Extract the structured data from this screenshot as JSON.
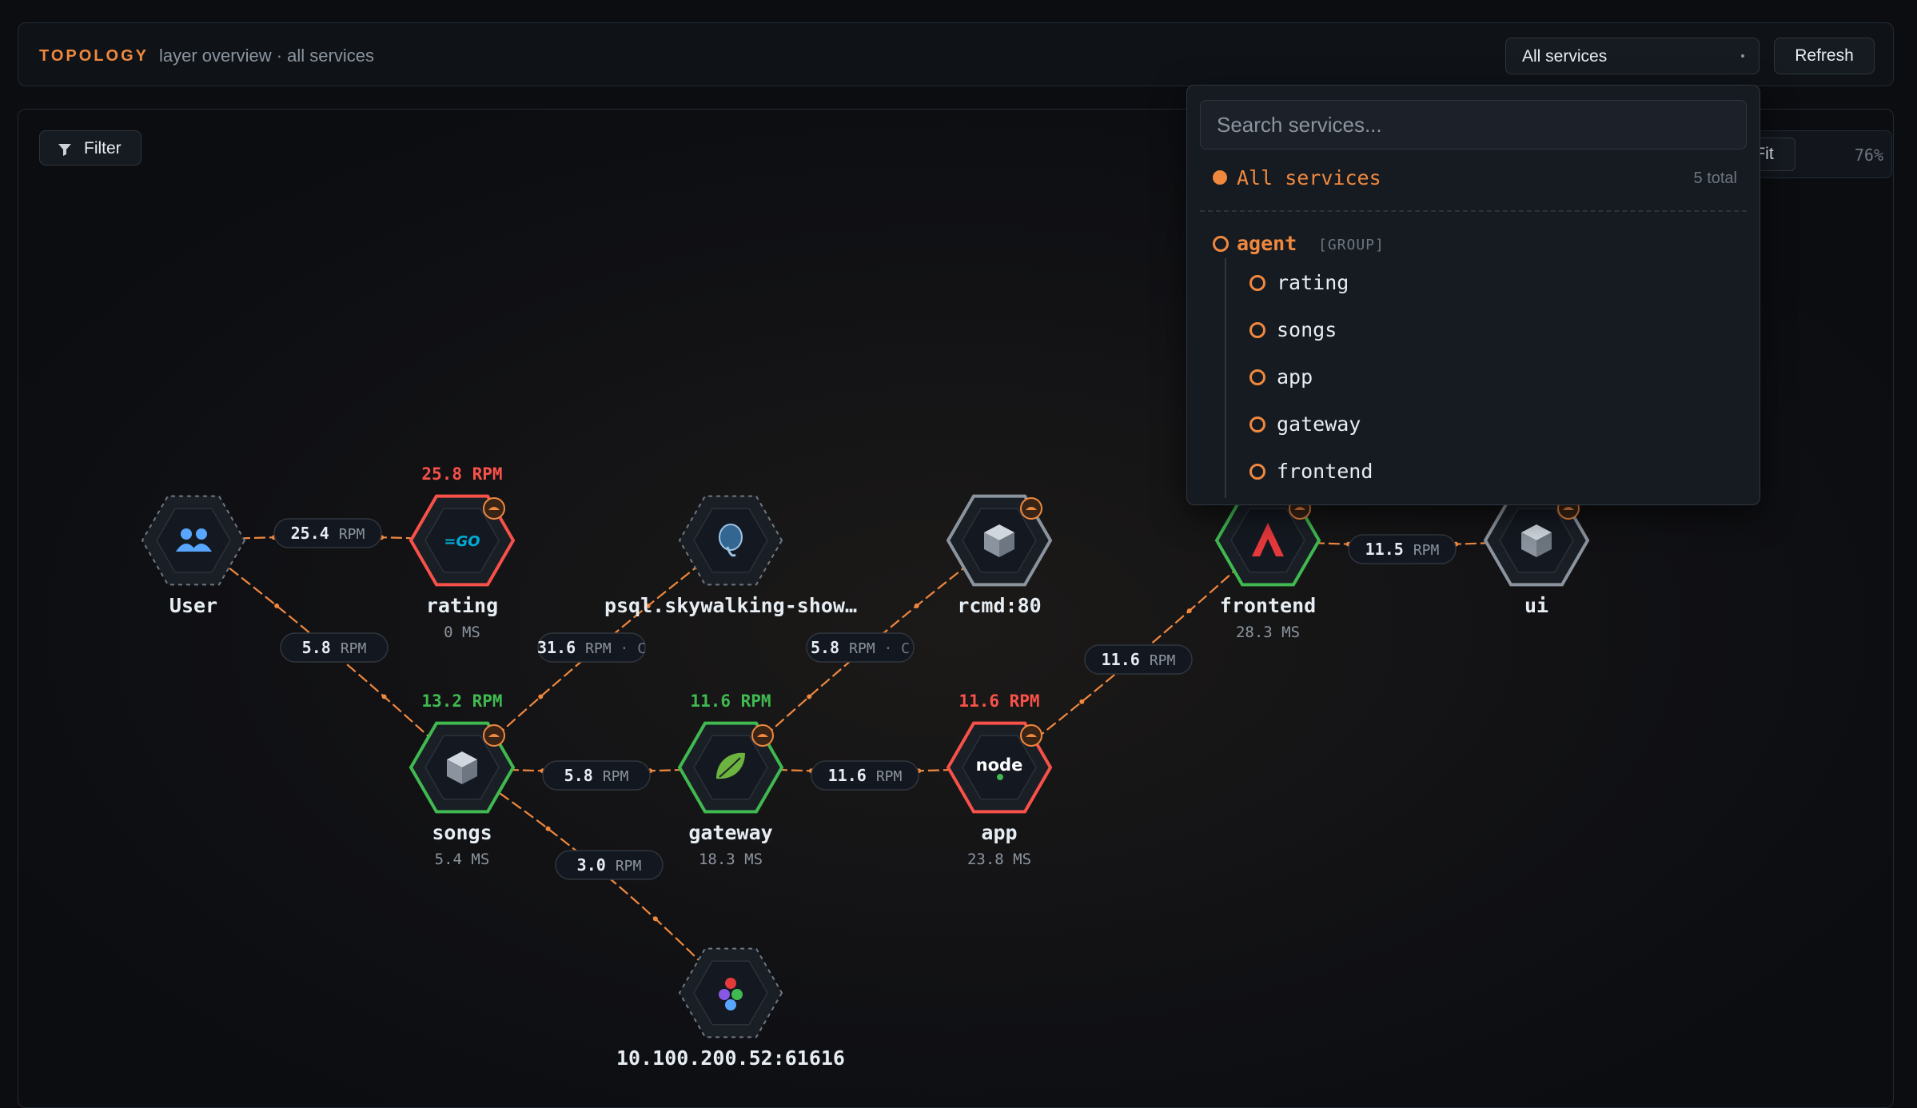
{
  "header": {
    "brand": "TOPOLOGY",
    "subtitle": "layer overview · all services",
    "service_select_value": "All services",
    "refresh_label": "Refresh"
  },
  "toolbar": {
    "filter_label": "Filter",
    "fit_label": "Fit",
    "zoom_level": "76%"
  },
  "dropdown": {
    "search_placeholder": "Search services...",
    "all_label": "All services",
    "all_count": "5 total",
    "group_name": "agent",
    "group_tag": "[GROUP]",
    "children": [
      "rating",
      "songs",
      "app",
      "gateway",
      "frontend"
    ]
  },
  "colors": {
    "accent": "#f0883e",
    "healthy": "#3fb950",
    "alert": "#f85149",
    "neutral": "#6e7681"
  },
  "graph": {
    "nodes": [
      {
        "id": "user",
        "name": "User",
        "latency": "",
        "rpm": "",
        "status": "virtual",
        "icon": "users-icon"
      },
      {
        "id": "rating",
        "name": "rating",
        "latency": "0 MS",
        "rpm": "25.8 RPM",
        "status": "alert",
        "icon": "go-icon"
      },
      {
        "id": "psql",
        "name": "psql.skywalking-show…",
        "latency": "",
        "rpm": "",
        "status": "virtual",
        "icon": "postgresql-icon"
      },
      {
        "id": "rcmd",
        "name": "rcmd:80",
        "latency": "",
        "rpm": "",
        "status": "neutral",
        "icon": "cube-icon"
      },
      {
        "id": "frontend",
        "name": "frontend",
        "latency": "28.3 MS",
        "rpm": "",
        "status": "healthy",
        "icon": "angular-icon"
      },
      {
        "id": "ui",
        "name": "ui",
        "latency": "",
        "rpm": "",
        "status": "neutral",
        "icon": "cube-icon"
      },
      {
        "id": "songs",
        "name": "songs",
        "latency": "5.4 MS",
        "rpm": "13.2 RPM",
        "status": "healthy",
        "icon": "cube-icon"
      },
      {
        "id": "gateway",
        "name": "gateway",
        "latency": "18.3 MS",
        "rpm": "11.6 RPM",
        "status": "healthy",
        "icon": "spring-icon"
      },
      {
        "id": "app",
        "name": "app",
        "latency": "23.8 MS",
        "rpm": "11.6 RPM",
        "status": "alert",
        "icon": "nodejs-icon"
      },
      {
        "id": "kafka",
        "name": "10.100.200.52:61616",
        "latency": "",
        "rpm": "",
        "status": "virtual",
        "icon": "activemq-icon"
      }
    ],
    "edges": [
      {
        "from": "user",
        "to": "rating",
        "value": "25.4",
        "unit": "RPM",
        "suffix": ""
      },
      {
        "from": "user",
        "to": "songs",
        "value": "5.8",
        "unit": "RPM",
        "suffix": ""
      },
      {
        "from": "songs",
        "to": "psql",
        "value": "31.6",
        "unit": "RPM",
        "suffix": "· C"
      },
      {
        "from": "gateway",
        "to": "rcmd",
        "value": "5.8",
        "unit": "RPM",
        "suffix": "· C"
      },
      {
        "from": "app",
        "to": "frontend",
        "value": "11.6",
        "unit": "RPM",
        "suffix": ""
      },
      {
        "from": "frontend",
        "to": "ui",
        "value": "11.5",
        "unit": "RPM",
        "suffix": ""
      },
      {
        "from": "songs",
        "to": "gateway",
        "value": "5.8",
        "unit": "RPM",
        "suffix": ""
      },
      {
        "from": "gateway",
        "to": "app",
        "value": "11.6",
        "unit": "RPM",
        "suffix": ""
      },
      {
        "from": "songs",
        "to": "kafka",
        "value": "3.0",
        "unit": "RPM",
        "suffix": ""
      }
    ]
  }
}
